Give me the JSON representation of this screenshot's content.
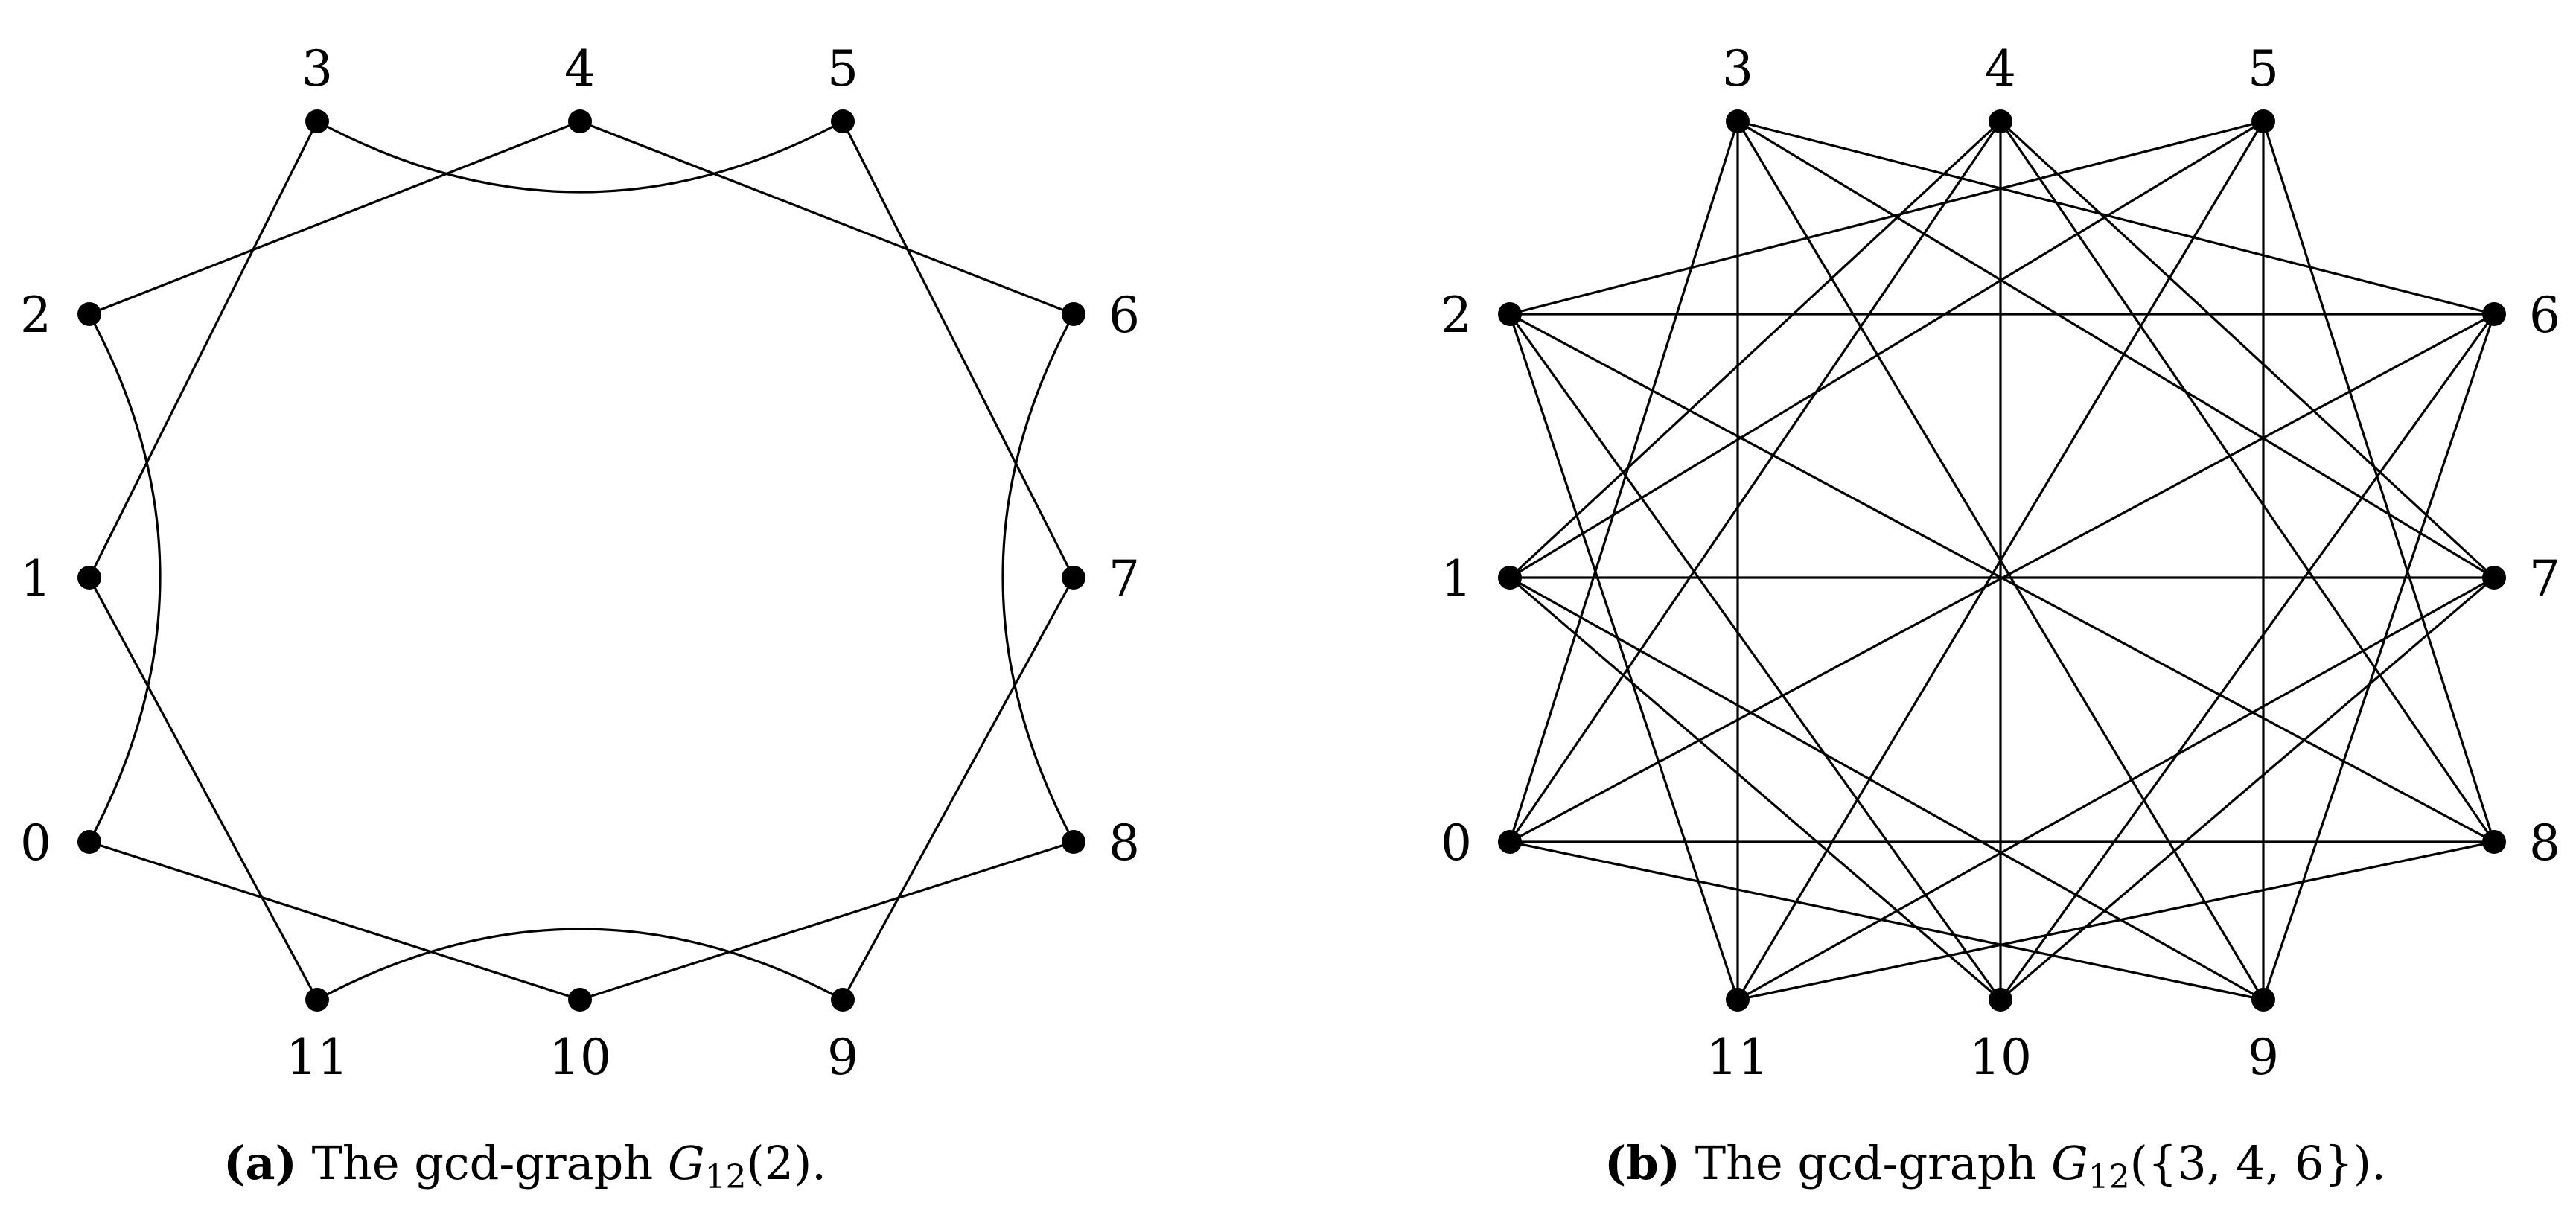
{
  "graphs": [
    {
      "id": "a",
      "vertices": [
        "0",
        "1",
        "2",
        "3",
        "4",
        "5",
        "6",
        "7",
        "8",
        "9",
        "10",
        "11"
      ],
      "edges": [
        [
          0,
          2
        ],
        [
          0,
          10
        ],
        [
          2,
          4
        ],
        [
          4,
          6
        ],
        [
          6,
          8
        ],
        [
          8,
          10
        ],
        [
          1,
          3
        ],
        [
          3,
          5
        ],
        [
          5,
          7
        ],
        [
          7,
          9
        ],
        [
          9,
          11
        ],
        [
          11,
          1
        ]
      ],
      "curved_edges": [
        [
          0,
          2
        ],
        [
          3,
          5
        ],
        [
          6,
          8
        ],
        [
          9,
          11
        ]
      ],
      "caption": {
        "tag": "(a)",
        "pre": "The gcd-graph",
        "math": "G",
        "sub": "12",
        "arg": "(2)."
      }
    },
    {
      "id": "b",
      "vertices": [
        "0",
        "1",
        "2",
        "3",
        "4",
        "5",
        "6",
        "7",
        "8",
        "9",
        "10",
        "11"
      ],
      "edges": [
        [
          0,
          3
        ],
        [
          0,
          4
        ],
        [
          0,
          6
        ],
        [
          0,
          8
        ],
        [
          0,
          9
        ],
        [
          1,
          4
        ],
        [
          1,
          5
        ],
        [
          1,
          7
        ],
        [
          1,
          9
        ],
        [
          1,
          10
        ],
        [
          2,
          5
        ],
        [
          2,
          6
        ],
        [
          2,
          8
        ],
        [
          2,
          10
        ],
        [
          2,
          11
        ],
        [
          3,
          6
        ],
        [
          3,
          7
        ],
        [
          3,
          9
        ],
        [
          3,
          11
        ],
        [
          4,
          7
        ],
        [
          4,
          8
        ],
        [
          4,
          10
        ],
        [
          5,
          8
        ],
        [
          5,
          9
        ],
        [
          5,
          11
        ],
        [
          6,
          9
        ],
        [
          6,
          10
        ],
        [
          7,
          10
        ],
        [
          7,
          11
        ],
        [
          8,
          11
        ]
      ],
      "curved_edges": [],
      "caption": {
        "tag": "(b)",
        "pre": "The gcd-graph",
        "math": "G",
        "sub": "12",
        "arg": "({3, 4, 6})."
      }
    }
  ]
}
